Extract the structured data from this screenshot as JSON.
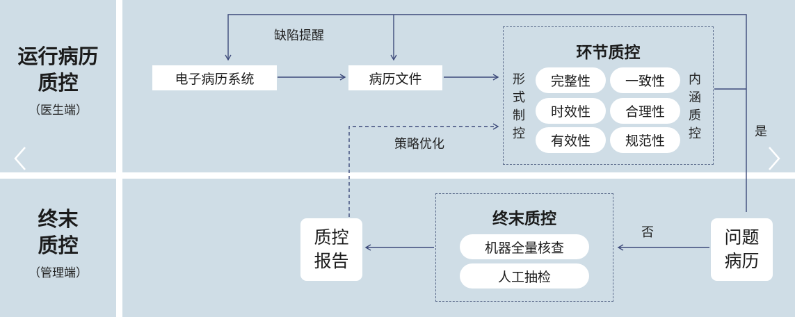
{
  "lanes": {
    "top": {
      "title_line1": "运行病历",
      "title_line2": "质控",
      "subtitle": "（医生端）"
    },
    "bottom": {
      "title_line1": "终末",
      "title_line2": "质控",
      "subtitle": "（管理端）"
    }
  },
  "nodes": {
    "emr_system": "电子病历系统",
    "record_file": "病历文件",
    "qc_report_line1": "质控",
    "qc_report_line2": "报告",
    "problem_record_line1": "问题",
    "problem_record_line2": "病历"
  },
  "segment_qc": {
    "title": "环节质控",
    "left_label": [
      "形",
      "式",
      "制",
      "控"
    ],
    "right_label": [
      "内",
      "涵",
      "质",
      "控"
    ],
    "items": [
      "完整性",
      "一致性",
      "时效性",
      "合理性",
      "有效性",
      "规范性"
    ]
  },
  "final_qc": {
    "title": "终末质控",
    "items": [
      "机器全量核查",
      "人工抽检"
    ]
  },
  "edge_labels": {
    "reminder": "缺陷提醒",
    "optimize": "策略优化",
    "yes": "是",
    "no": "否"
  },
  "nav": {
    "prev_icon": "chevron-left-icon",
    "next_icon": "chevron-right-icon"
  },
  "colors": {
    "panel_bg": "#cfdde6",
    "divider": "#ffffff",
    "arrow": "#3d4a7a",
    "dashed_border": "#5a6a8a"
  }
}
